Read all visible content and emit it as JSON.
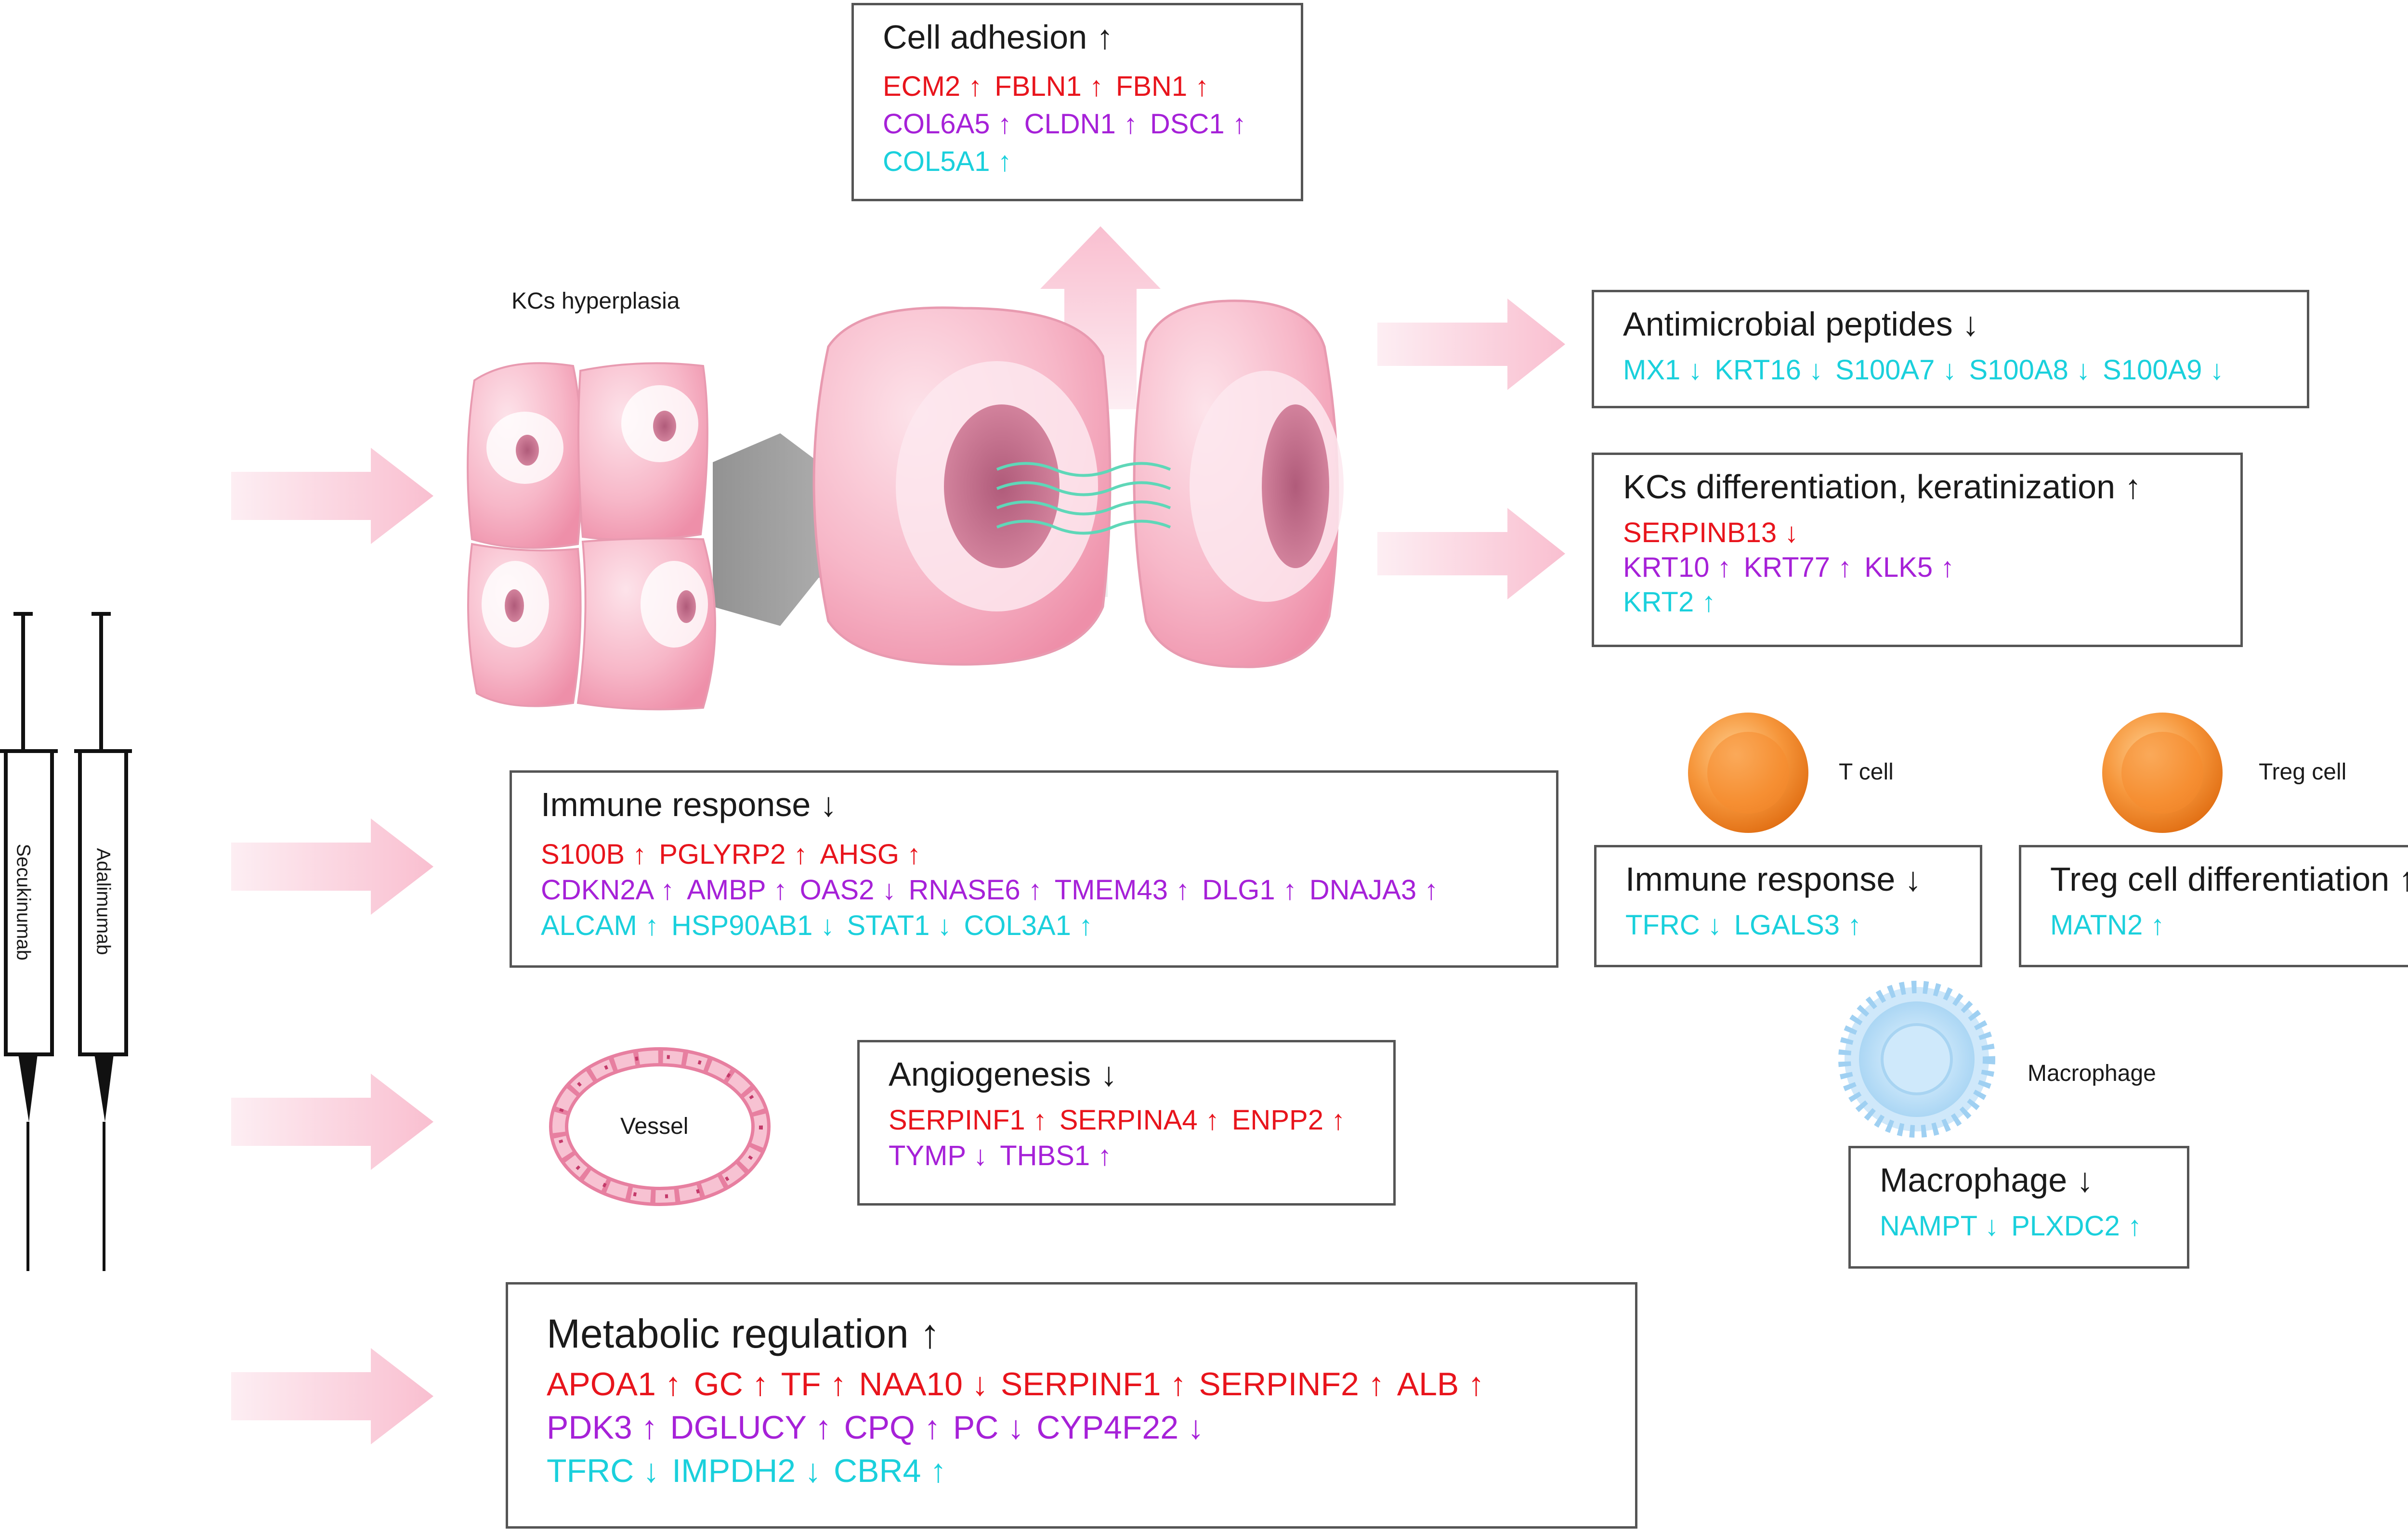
{
  "drugs": {
    "drug1": "Secukinumab",
    "drug2": "Adalimumab"
  },
  "labels": {
    "kcs_hyperplasia": "KCs hyperplasia",
    "vessel": "Vessel",
    "t_cell": "T cell",
    "treg_cell": "Treg cell",
    "macrophage": "Macrophage"
  },
  "boxes": {
    "cell_adhesion": {
      "title": "Cell adhesion ↑",
      "lines": [
        [
          {
            "t": "ECM2 ↑",
            "c": "red"
          },
          {
            "t": "FBLN1 ↑",
            "c": "red"
          },
          {
            "t": "FBN1 ↑",
            "c": "red"
          }
        ],
        [
          {
            "t": "COL6A5 ↑",
            "c": "purple"
          },
          {
            "t": "CLDN1 ↑",
            "c": "purple"
          },
          {
            "t": "DSC1 ↑",
            "c": "purple"
          }
        ],
        [
          {
            "t": "COL5A1 ↑",
            "c": "cyan"
          }
        ]
      ]
    },
    "antimicrobial": {
      "title": "Antimicrobial peptides ↓",
      "lines": [
        [
          {
            "t": "MX1 ↓",
            "c": "cyan"
          },
          {
            "t": "KRT16 ↓",
            "c": "cyan"
          },
          {
            "t": "S100A7 ↓",
            "c": "cyan"
          },
          {
            "t": "S100A8 ↓",
            "c": "cyan"
          },
          {
            "t": "S100A9 ↓",
            "c": "cyan"
          }
        ]
      ]
    },
    "kcs_diff": {
      "title": "KCs  differentiation, keratinization ↑",
      "lines": [
        [
          {
            "t": "SERPINB13 ↓",
            "c": "red"
          }
        ],
        [
          {
            "t": "KRT10 ↑",
            "c": "purple"
          },
          {
            "t": "KRT77 ↑",
            "c": "purple"
          },
          {
            "t": "KLK5 ↑",
            "c": "purple"
          }
        ],
        [
          {
            "t": "KRT2 ↑",
            "c": "cyan"
          }
        ]
      ]
    },
    "immune_main": {
      "title": "Immune response ↓",
      "lines": [
        [
          {
            "t": "S100B ↑",
            "c": "red"
          },
          {
            "t": "PGLYRP2 ↑",
            "c": "red"
          },
          {
            "t": "AHSG ↑",
            "c": "red"
          }
        ],
        [
          {
            "t": "CDKN2A ↑",
            "c": "purple"
          },
          {
            "t": "AMBP ↑",
            "c": "purple"
          },
          {
            "t": "OAS2 ↓",
            "c": "purple"
          },
          {
            "t": "RNASE6 ↑",
            "c": "purple"
          },
          {
            "t": "TMEM43 ↑",
            "c": "purple"
          },
          {
            "t": "DLG1 ↑",
            "c": "purple"
          },
          {
            "t": "DNAJA3 ↑",
            "c": "purple"
          }
        ],
        [
          {
            "t": "ALCAM ↑",
            "c": "cyan"
          },
          {
            "t": "HSP90AB1 ↓",
            "c": "cyan"
          },
          {
            "t": "STAT1 ↓",
            "c": "cyan"
          },
          {
            "t": "COL3A1 ↑",
            "c": "cyan"
          }
        ]
      ]
    },
    "immune_t": {
      "title": "Immune response ↓",
      "lines": [
        [
          {
            "t": "TFRC ↓",
            "c": "cyan"
          },
          {
            "t": "LGALS3 ↑",
            "c": "cyan"
          }
        ]
      ]
    },
    "treg_diff": {
      "title": "Treg cell differentiation ↑",
      "lines": [
        [
          {
            "t": "MATN2 ↑",
            "c": "cyan"
          }
        ]
      ]
    },
    "angiogenesis": {
      "title": "Angiogenesis ↓",
      "lines": [
        [
          {
            "t": "SERPINF1 ↑",
            "c": "red"
          },
          {
            "t": "SERPINA4 ↑",
            "c": "red"
          },
          {
            "t": "ENPP2 ↑",
            "c": "red"
          }
        ],
        [
          {
            "t": "TYMP ↓",
            "c": "purple"
          },
          {
            "t": "THBS1 ↑",
            "c": "purple"
          }
        ]
      ]
    },
    "macrophage_box": {
      "title": "Macrophage  ↓",
      "lines": [
        [
          {
            "t": "NAMPT ↓",
            "c": "cyan"
          },
          {
            "t": "PLXDC2 ↑",
            "c": "cyan"
          }
        ]
      ]
    },
    "metabolic": {
      "title": "Metabolic regulation ↑",
      "lines": [
        [
          {
            "t": "APOA1 ↑",
            "c": "red"
          },
          {
            "t": "GC ↑",
            "c": "red"
          },
          {
            "t": "TF ↑",
            "c": "red"
          },
          {
            "t": "NAA10 ↓",
            "c": "red"
          },
          {
            "t": "SERPINF1 ↑",
            "c": "red"
          },
          {
            "t": "SERPINF2 ↑",
            "c": "red"
          },
          {
            "t": "ALB ↑",
            "c": "red"
          }
        ],
        [
          {
            "t": "PDK3 ↑",
            "c": "purple"
          },
          {
            "t": "DGLUCY ↑",
            "c": "purple"
          },
          {
            "t": "CPQ ↑",
            "c": "purple"
          },
          {
            "t": "PC ↓",
            "c": "purple"
          },
          {
            "t": "CYP4F22 ↓",
            "c": "purple"
          }
        ],
        [
          {
            "t": "TFRC ↓",
            "c": "cyan"
          },
          {
            "t": "IMPDH2 ↓",
            "c": "cyan"
          },
          {
            "t": "CBR4 ↑",
            "c": "cyan"
          }
        ]
      ]
    }
  },
  "colors": {
    "red": "#e8141c",
    "purple": "#a621d8",
    "cyan": "#1ad0dc",
    "arrow_pink": "#fbd3df",
    "cell_pink": "#f4a9bd",
    "tcell_orange": "#f28b2e",
    "macrophage_blue": "#a9d6f5"
  }
}
